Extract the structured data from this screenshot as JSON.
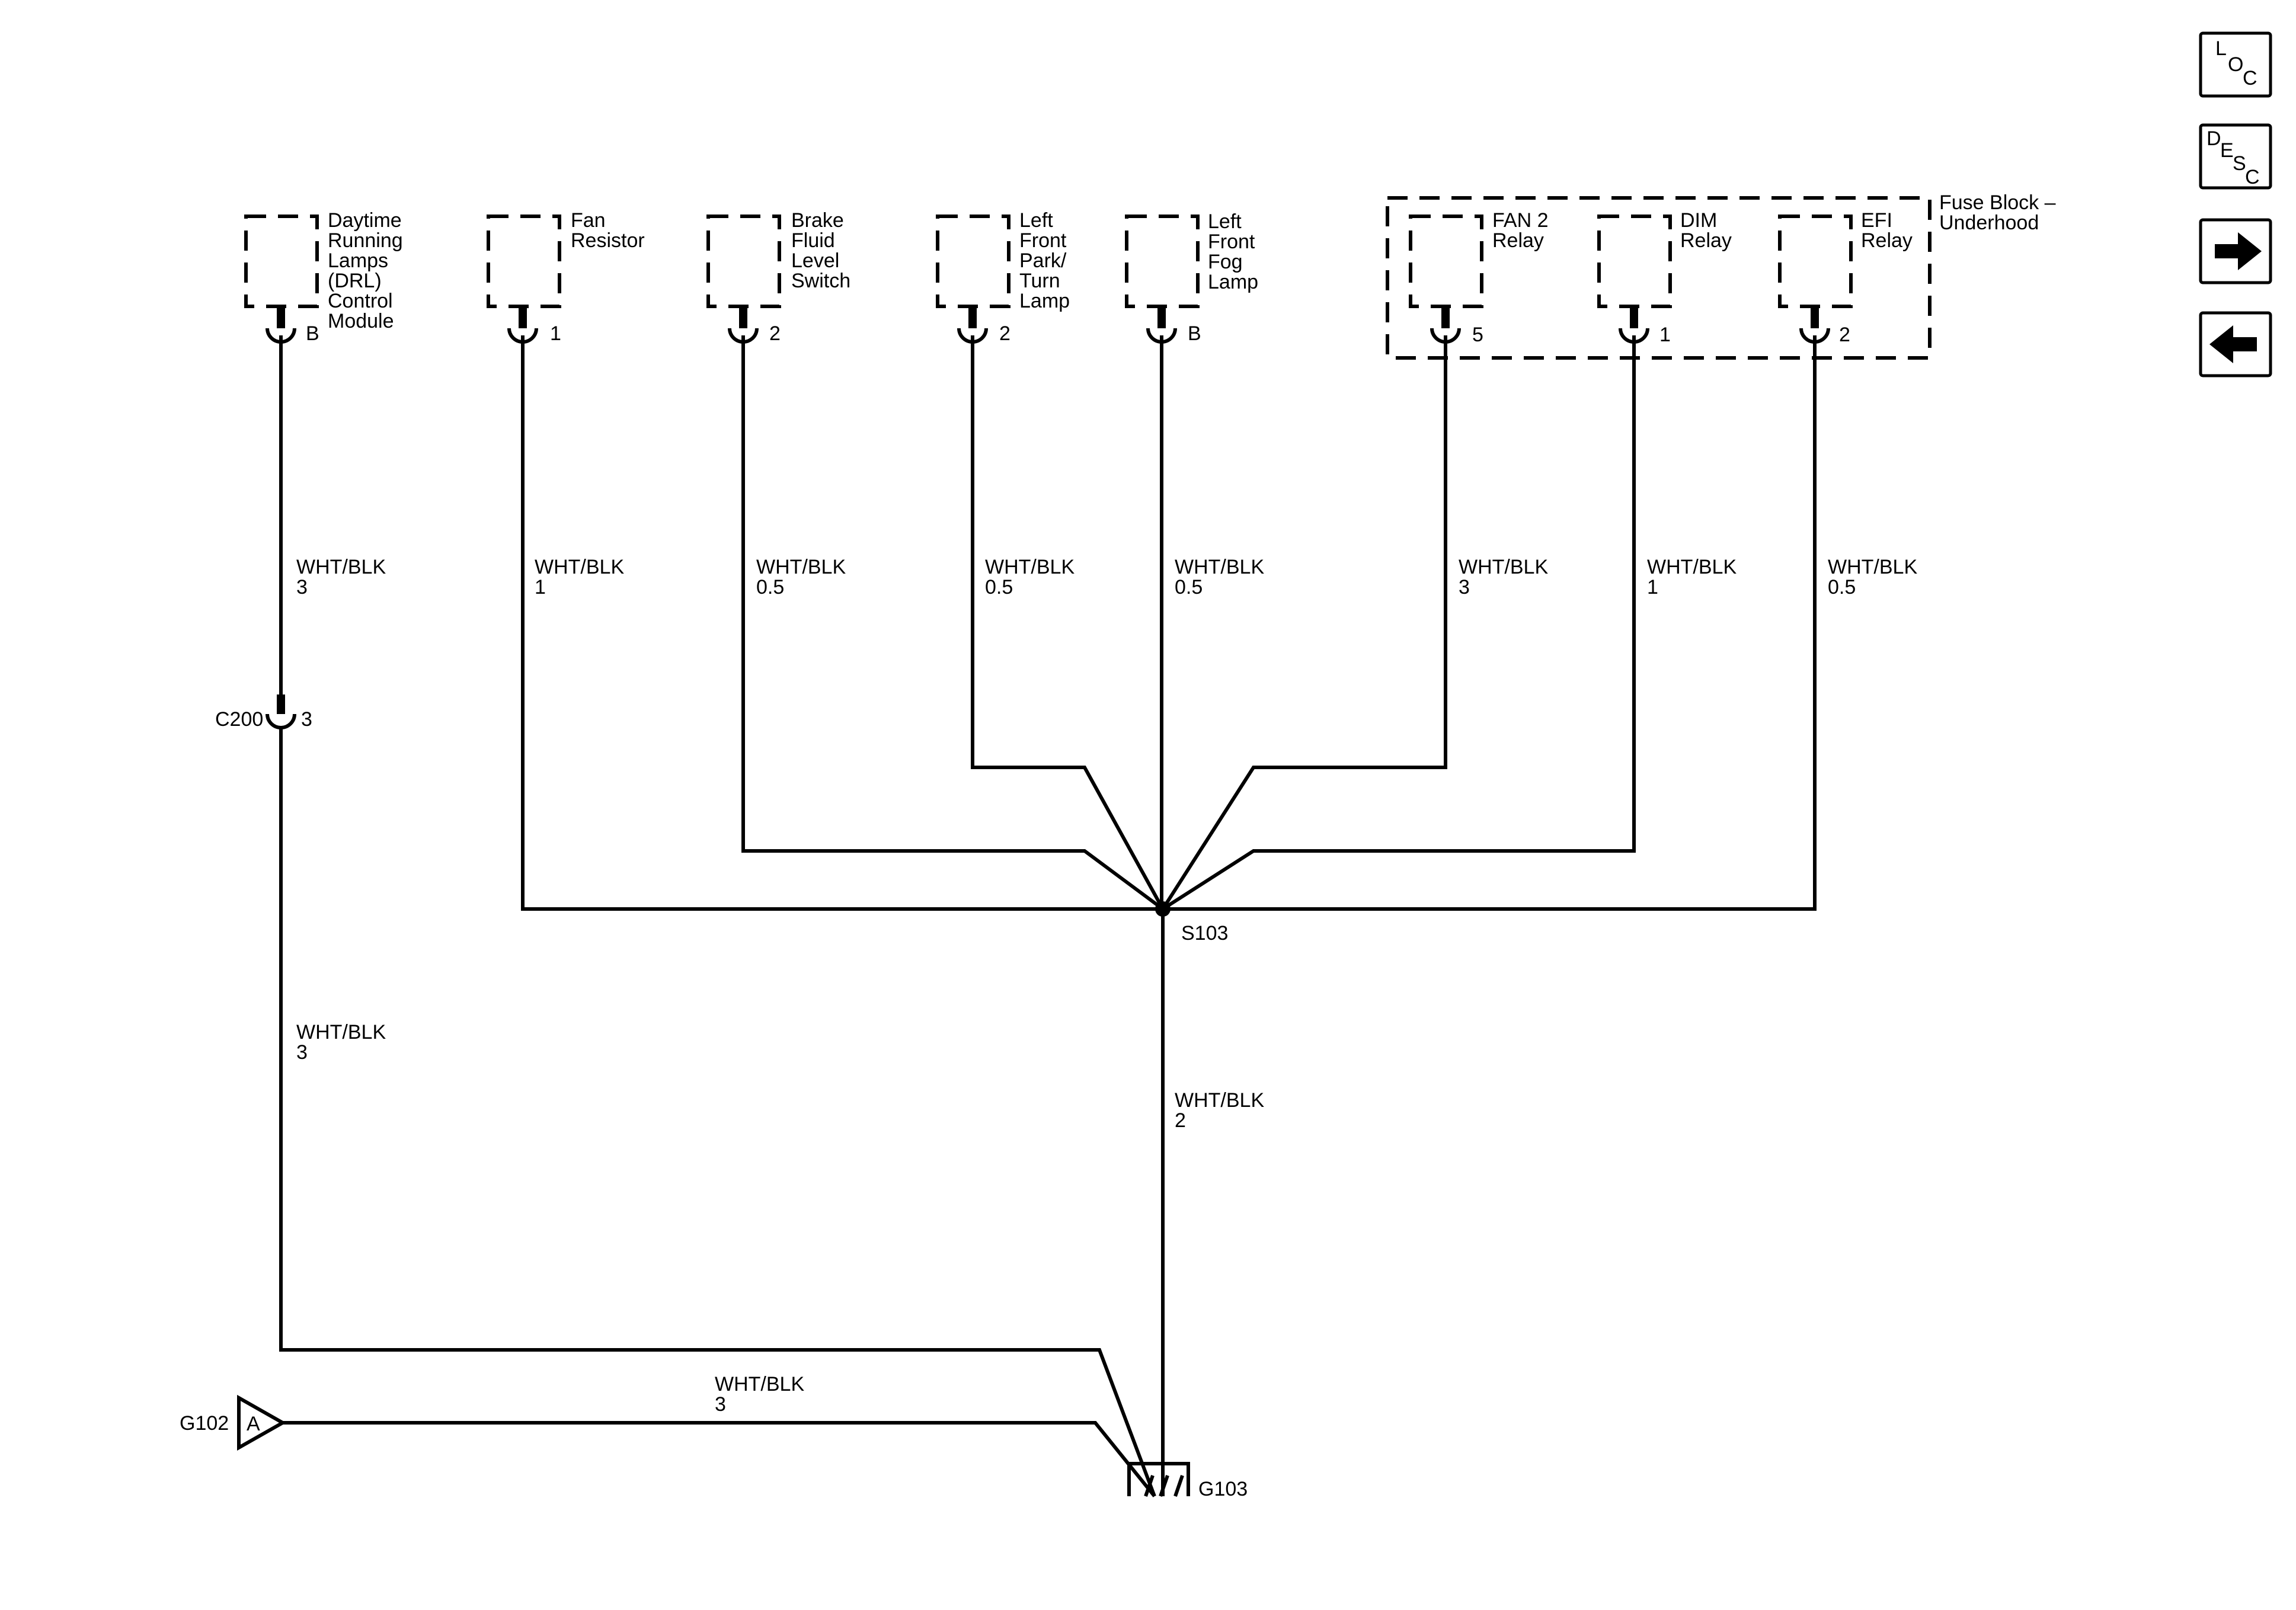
{
  "components": [
    {
      "id": "drl",
      "lines": [
        "Daytime",
        "Running",
        "Lamps",
        "(DRL)",
        "Control",
        "Module"
      ],
      "pin": "B"
    },
    {
      "id": "fan_resistor",
      "lines": [
        "Fan",
        "Resistor"
      ],
      "pin": "1"
    },
    {
      "id": "brake_fluid",
      "lines": [
        "Brake",
        "Fluid",
        "Level",
        "Switch"
      ],
      "pin": "2"
    },
    {
      "id": "left_park_turn",
      "lines": [
        "Left",
        "Front",
        "Park/",
        "Turn",
        "Lamp"
      ],
      "pin": "2"
    },
    {
      "id": "left_fog",
      "lines": [
        "Left",
        "Front",
        "Fog",
        "Lamp"
      ],
      "pin": "B"
    },
    {
      "id": "fan2_relay",
      "lines": [
        "FAN 2",
        "Relay"
      ],
      "pin": "5"
    },
    {
      "id": "dim_relay",
      "lines": [
        "DIM",
        "Relay"
      ],
      "pin": "1"
    },
    {
      "id": "efi_relay",
      "lines": [
        "EFI",
        "Relay"
      ],
      "pin": "2"
    }
  ],
  "fuse_block": {
    "lines": [
      "Fuse Block –",
      "Underhood"
    ]
  },
  "wires": [
    {
      "id": "w_drl",
      "color": "WHT/BLK",
      "gauge": "3"
    },
    {
      "id": "w_fan",
      "color": "WHT/BLK",
      "gauge": "1"
    },
    {
      "id": "w_brake",
      "color": "WHT/BLK",
      "gauge": "0.5"
    },
    {
      "id": "w_park",
      "color": "WHT/BLK",
      "gauge": "0.5"
    },
    {
      "id": "w_fog",
      "color": "WHT/BLK",
      "gauge": "0.5"
    },
    {
      "id": "w_fan2",
      "color": "WHT/BLK",
      "gauge": "3"
    },
    {
      "id": "w_dim",
      "color": "WHT/BLK",
      "gauge": "1"
    },
    {
      "id": "w_efi",
      "color": "WHT/BLK",
      "gauge": "0.5"
    },
    {
      "id": "w_c200_ground",
      "color": "WHT/BLK",
      "gauge": "3"
    },
    {
      "id": "w_s103_ground",
      "color": "WHT/BLK",
      "gauge": "2"
    },
    {
      "id": "w_g102",
      "color": "WHT/BLK",
      "gauge": "3"
    }
  ],
  "connector_c200": {
    "name": "C200",
    "pin": "3"
  },
  "splice": {
    "name": "S103"
  },
  "ground_g102": {
    "name": "G102",
    "terminal": "A"
  },
  "ground_g103": {
    "name": "G103"
  },
  "nav": {
    "loc": [
      "L",
      "O",
      "C"
    ],
    "desc": [
      "D",
      "E",
      "S",
      "C"
    ],
    "next_icon": "arrow-right-icon",
    "prev_icon": "arrow-left-icon"
  }
}
